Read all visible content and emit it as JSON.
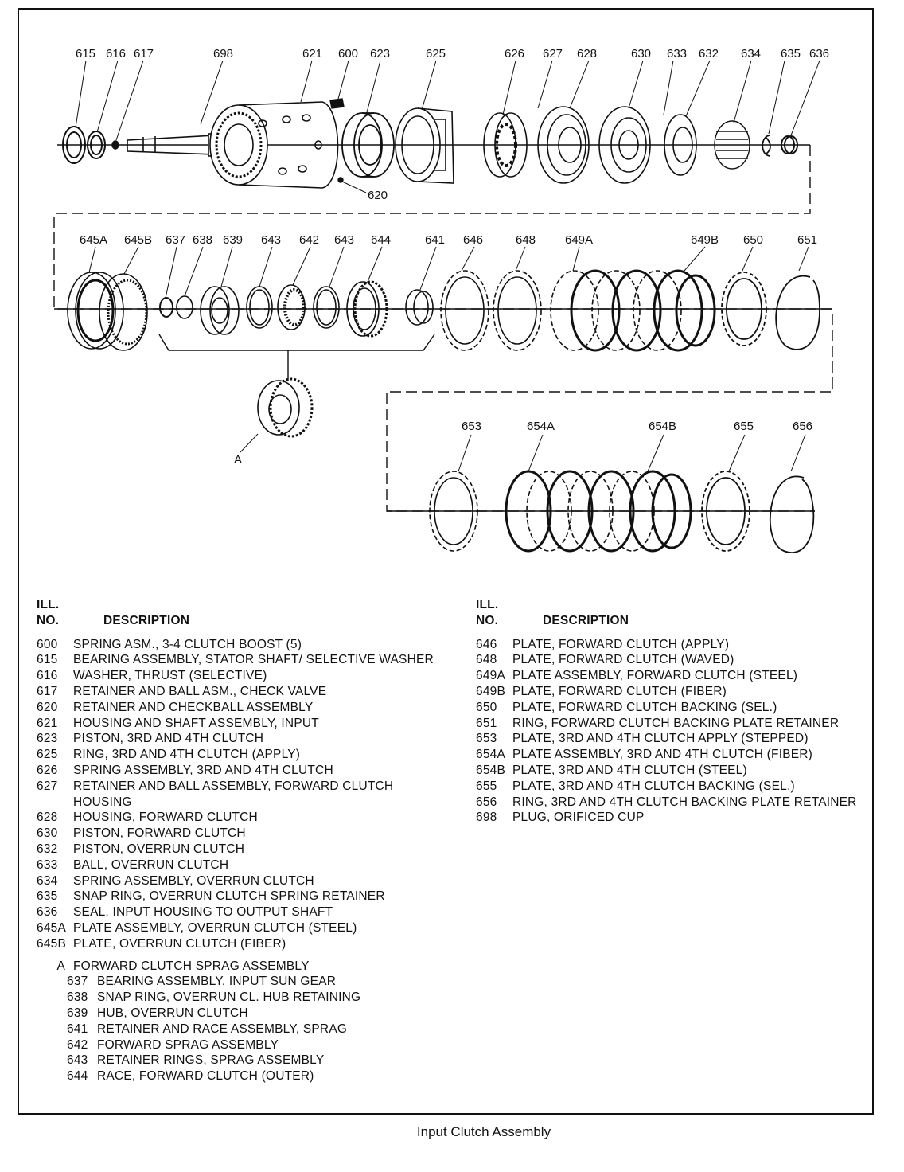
{
  "caption": "Input Clutch Assembly",
  "legend_header": {
    "no_line1": "ILL.",
    "no_line2": "NO.",
    "description": "DESCRIPTION"
  },
  "callouts": {
    "row1": [
      "615",
      "616",
      "617",
      "698",
      "621",
      "600",
      "623",
      "625",
      "626",
      "627",
      "628",
      "630",
      "633",
      "632",
      "634",
      "635",
      "636"
    ],
    "c620": "620",
    "row2": [
      "645A",
      "645B",
      "637",
      "638",
      "639",
      "643",
      "642",
      "643",
      "644",
      "641",
      "646",
      "648",
      "649A",
      "649B",
      "650",
      "651"
    ],
    "a": "A",
    "row3": [
      "653",
      "654A",
      "654B",
      "655",
      "656"
    ]
  },
  "left_items": [
    {
      "no": "600",
      "desc": "SPRING ASM., 3-4 CLUTCH BOOST (5)"
    },
    {
      "no": "615",
      "desc": "BEARING ASSEMBLY, STATOR SHAFT/ SELECTIVE WASHER"
    },
    {
      "no": "616",
      "desc": "WASHER, THRUST (SELECTIVE)"
    },
    {
      "no": "617",
      "desc": "RETAINER AND BALL ASM., CHECK VALVE"
    },
    {
      "no": "620",
      "desc": "RETAINER AND CHECKBALL ASSEMBLY"
    },
    {
      "no": "621",
      "desc": "HOUSING AND SHAFT ASSEMBLY, INPUT"
    },
    {
      "no": "623",
      "desc": "PISTON, 3RD AND 4TH CLUTCH"
    },
    {
      "no": "625",
      "desc": "RING, 3RD AND 4TH CLUTCH (APPLY)"
    },
    {
      "no": "626",
      "desc": "SPRING ASSEMBLY, 3RD AND 4TH CLUTCH"
    },
    {
      "no": "627",
      "desc": "RETAINER AND BALL ASSEMBLY, FORWARD CLUTCH HOUSING"
    },
    {
      "no": "628",
      "desc": "HOUSING, FORWARD CLUTCH"
    },
    {
      "no": "630",
      "desc": "PISTON, FORWARD CLUTCH"
    },
    {
      "no": "632",
      "desc": "PISTON, OVERRUN CLUTCH"
    },
    {
      "no": "633",
      "desc": "BALL, OVERRUN CLUTCH"
    },
    {
      "no": "634",
      "desc": "SPRING ASSEMBLY, OVERRUN CLUTCH"
    },
    {
      "no": "635",
      "desc": "SNAP RING, OVERRUN CLUTCH SPRING RETAINER"
    },
    {
      "no": "636",
      "desc": "SEAL, INPUT HOUSING TO OUTPUT SHAFT"
    },
    {
      "no": "645A",
      "desc": "PLATE ASSEMBLY, OVERRUN CLUTCH (STEEL)"
    },
    {
      "no": "645B",
      "desc": "PLATE, OVERRUN CLUTCH (FIBER)"
    }
  ],
  "sub_assembly": {
    "no": "A",
    "desc": "FORWARD CLUTCH SPRAG ASSEMBLY",
    "items": [
      {
        "no": "637",
        "desc": "BEARING ASSEMBLY, INPUT SUN GEAR"
      },
      {
        "no": "638",
        "desc": "SNAP RING, OVERRUN CL. HUB RETAINING"
      },
      {
        "no": "639",
        "desc": "HUB, OVERRUN CLUTCH"
      },
      {
        "no": "641",
        "desc": "RETAINER AND RACE ASSEMBLY, SPRAG"
      },
      {
        "no": "642",
        "desc": "FORWARD SPRAG ASSEMBLY"
      },
      {
        "no": "643",
        "desc": "RETAINER RINGS, SPRAG ASSEMBLY"
      },
      {
        "no": "644",
        "desc": "RACE, FORWARD CLUTCH (OUTER)"
      }
    ]
  },
  "right_items": [
    {
      "no": "646",
      "desc": "PLATE, FORWARD CLUTCH (APPLY)"
    },
    {
      "no": "648",
      "desc": "PLATE, FORWARD CLUTCH (WAVED)"
    },
    {
      "no": "649A",
      "desc": "PLATE ASSEMBLY, FORWARD CLUTCH (STEEL)"
    },
    {
      "no": "649B",
      "desc": "PLATE, FORWARD CLUTCH (FIBER)"
    },
    {
      "no": "650",
      "desc": "PLATE, FORWARD CLUTCH BACKING (SEL.)"
    },
    {
      "no": "651",
      "desc": "RING, FORWARD CLUTCH BACKING PLATE RETAINER"
    },
    {
      "no": "653",
      "desc": "PLATE, 3RD AND 4TH CLUTCH APPLY (STEPPED)"
    },
    {
      "no": "654A",
      "desc": "PLATE ASSEMBLY, 3RD AND 4TH CLUTCH (FIBER)"
    },
    {
      "no": "654B",
      "desc": "PLATE, 3RD AND 4TH CLUTCH (STEEL)"
    },
    {
      "no": "655",
      "desc": "PLATE, 3RD AND 4TH CLUTCH BACKING (SEL.)"
    },
    {
      "no": "656",
      "desc": "RING, 3RD AND 4TH CLUTCH BACKING PLATE RETAINER"
    },
    {
      "no": "698",
      "desc": "PLUG, ORIFICED CUP"
    }
  ]
}
